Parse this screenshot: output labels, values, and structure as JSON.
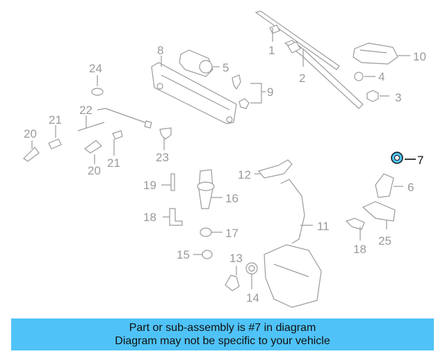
{
  "diagram": {
    "highlight_color": "#4fc3f7",
    "callouts": [
      {
        "id": "1",
        "label": "1"
      },
      {
        "id": "2",
        "label": "2"
      },
      {
        "id": "3",
        "label": "3"
      },
      {
        "id": "4",
        "label": "4"
      },
      {
        "id": "5",
        "label": "5"
      },
      {
        "id": "6",
        "label": "6"
      },
      {
        "id": "7",
        "label": "7"
      },
      {
        "id": "8",
        "label": "8"
      },
      {
        "id": "9",
        "label": "9"
      },
      {
        "id": "10",
        "label": "10"
      },
      {
        "id": "11",
        "label": "11"
      },
      {
        "id": "12",
        "label": "12"
      },
      {
        "id": "13",
        "label": "13"
      },
      {
        "id": "14",
        "label": "14"
      },
      {
        "id": "15",
        "label": "15"
      },
      {
        "id": "16",
        "label": "16"
      },
      {
        "id": "17",
        "label": "17"
      },
      {
        "id": "18a",
        "label": "18"
      },
      {
        "id": "18b",
        "label": "18"
      },
      {
        "id": "19",
        "label": "19"
      },
      {
        "id": "20a",
        "label": "20"
      },
      {
        "id": "20b",
        "label": "20"
      },
      {
        "id": "21a",
        "label": "21"
      },
      {
        "id": "21b",
        "label": "21"
      },
      {
        "id": "22",
        "label": "22"
      },
      {
        "id": "23",
        "label": "23"
      },
      {
        "id": "24",
        "label": "24"
      },
      {
        "id": "25",
        "label": "25"
      }
    ]
  },
  "banner": {
    "line1": "Part or sub-assembly is #7 in diagram",
    "line2": "Diagram may not be specific to your vehicle",
    "background": "#4fc3f7"
  }
}
